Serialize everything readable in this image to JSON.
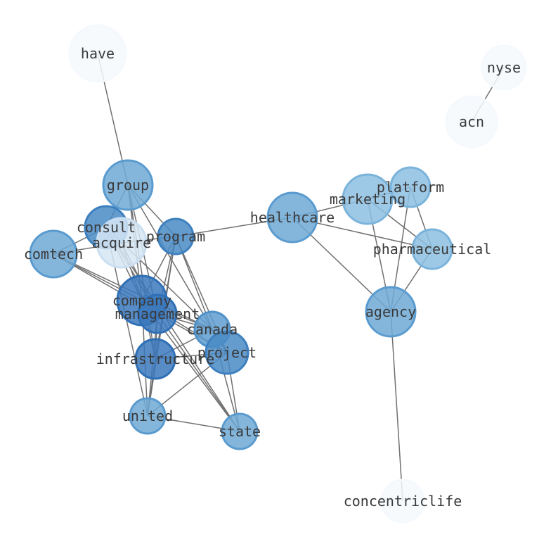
{
  "graph": {
    "nodes": [
      {
        "id": "have",
        "label": "have",
        "color": "#f5f9fd",
        "stroke": "#f5f9fd"
      },
      {
        "id": "nyse",
        "label": "nyse",
        "color": "#f5f9fd",
        "stroke": "#f5f9fd"
      },
      {
        "id": "acn",
        "label": "acn",
        "color": "#f5f9fd",
        "stroke": "#f5f9fd"
      },
      {
        "id": "group",
        "label": "group",
        "color": "#6fa9d6",
        "stroke": "#5a9bcf"
      },
      {
        "id": "platform",
        "label": "platform",
        "color": "#8dc0e2",
        "stroke": "#7ab3db"
      },
      {
        "id": "marketing",
        "label": "marketing",
        "color": "#8dc0e2",
        "stroke": "#7ab3db"
      },
      {
        "id": "healthcare",
        "label": "healthcare",
        "color": "#6fa9d6",
        "stroke": "#5a9bcf"
      },
      {
        "id": "consult",
        "label": "consult",
        "color": "#4a8bc6",
        "stroke": "#3d80bf"
      },
      {
        "id": "acquire",
        "label": "acquire",
        "color": "#d6e6f5",
        "stroke": "#c9def1"
      },
      {
        "id": "program",
        "label": "program",
        "color": "#4a8bc6",
        "stroke": "#3d80bf"
      },
      {
        "id": "comtech",
        "label": "comtech",
        "color": "#6fa9d6",
        "stroke": "#5a9bcf"
      },
      {
        "id": "pharmaceutical",
        "label": "pharmaceutical",
        "color": "#8dc0e2",
        "stroke": "#7ab3db"
      },
      {
        "id": "company",
        "label": "company",
        "color": "#3a78bd",
        "stroke": "#2f6fb5"
      },
      {
        "id": "management",
        "label": "management",
        "color": "#3a78bd",
        "stroke": "#2f6fb5"
      },
      {
        "id": "agency",
        "label": "agency",
        "color": "#6fa9d6",
        "stroke": "#5a9bcf"
      },
      {
        "id": "canada",
        "label": "canada",
        "color": "#5e9dd0",
        "stroke": "#4f92ca"
      },
      {
        "id": "project",
        "label": "project",
        "color": "#4a8bc6",
        "stroke": "#3d80bf"
      },
      {
        "id": "infrastructure",
        "label": "infrastructure",
        "color": "#3a78bd",
        "stroke": "#2f6fb5"
      },
      {
        "id": "united",
        "label": "united",
        "color": "#6fa9d6",
        "stroke": "#5a9bcf"
      },
      {
        "id": "state",
        "label": "state",
        "color": "#6fa9d6",
        "stroke": "#5a9bcf"
      },
      {
        "id": "concentriclife",
        "label": "concentriclife",
        "color": "#f5f9fd",
        "stroke": "#f5f9fd"
      }
    ],
    "edges": [
      [
        "have",
        "group"
      ],
      [
        "nyse",
        "acn"
      ],
      [
        "group",
        "program"
      ],
      [
        "group",
        "consult"
      ],
      [
        "group",
        "company"
      ],
      [
        "group",
        "management"
      ],
      [
        "group",
        "infrastructure"
      ],
      [
        "group",
        "canada"
      ],
      [
        "consult",
        "comtech"
      ],
      [
        "consult",
        "company"
      ],
      [
        "consult",
        "management"
      ],
      [
        "consult",
        "canada"
      ],
      [
        "consult",
        "united"
      ],
      [
        "consult",
        "state"
      ],
      [
        "acquire",
        "comtech"
      ],
      [
        "acquire",
        "program"
      ],
      [
        "acquire",
        "company"
      ],
      [
        "acquire",
        "management"
      ],
      [
        "program",
        "healthcare"
      ],
      [
        "program",
        "company"
      ],
      [
        "program",
        "management"
      ],
      [
        "program",
        "infrastructure"
      ],
      [
        "program",
        "canada"
      ],
      [
        "program",
        "project"
      ],
      [
        "program",
        "united"
      ],
      [
        "comtech",
        "company"
      ],
      [
        "comtech",
        "management"
      ],
      [
        "comtech",
        "canada"
      ],
      [
        "company",
        "management"
      ],
      [
        "company",
        "canada"
      ],
      [
        "company",
        "project"
      ],
      [
        "company",
        "infrastructure"
      ],
      [
        "company",
        "united"
      ],
      [
        "company",
        "state"
      ],
      [
        "management",
        "canada"
      ],
      [
        "management",
        "project"
      ],
      [
        "management",
        "infrastructure"
      ],
      [
        "management",
        "united"
      ],
      [
        "management",
        "state"
      ],
      [
        "canada",
        "infrastructure"
      ],
      [
        "canada",
        "project"
      ],
      [
        "canada",
        "state"
      ],
      [
        "project",
        "infrastructure"
      ],
      [
        "project",
        "united"
      ],
      [
        "project",
        "state"
      ],
      [
        "infrastructure",
        "united"
      ],
      [
        "united",
        "state"
      ],
      [
        "healthcare",
        "marketing"
      ],
      [
        "healthcare",
        "agency"
      ],
      [
        "healthcare",
        "pharmaceutical"
      ],
      [
        "marketing",
        "platform"
      ],
      [
        "marketing",
        "agency"
      ],
      [
        "marketing",
        "pharmaceutical"
      ],
      [
        "platform",
        "pharmaceutical"
      ],
      [
        "platform",
        "agency"
      ],
      [
        "pharmaceutical",
        "agency"
      ],
      [
        "agency",
        "concentriclife"
      ]
    ]
  }
}
